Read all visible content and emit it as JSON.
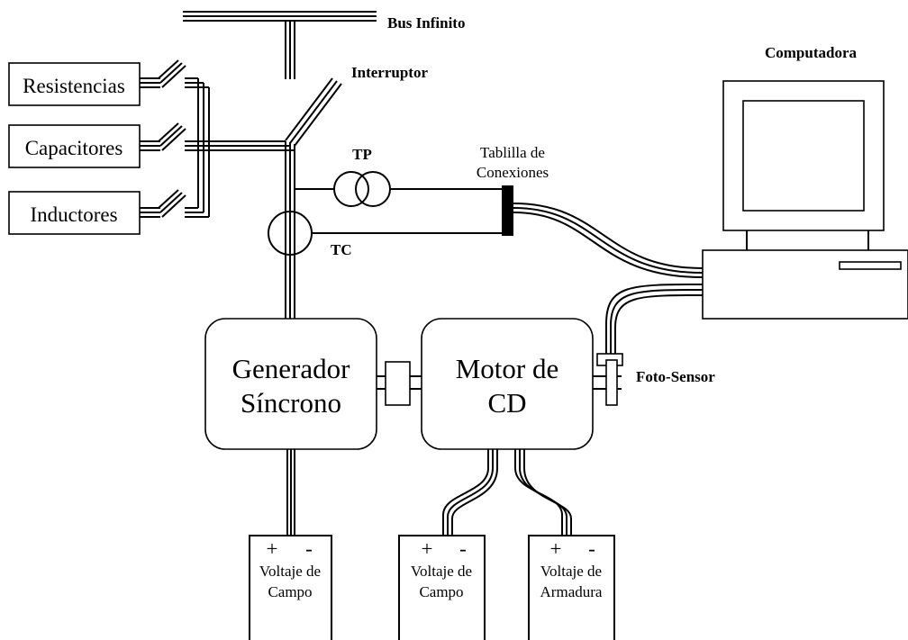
{
  "labels": {
    "bus": "Bus Infinito",
    "interruptor": "Interruptor",
    "computadora": "Computadora",
    "resistencias": "Resistencias",
    "capacitores": "Capacitores",
    "inductores": "Inductores",
    "tp": "TP",
    "tc": "TC",
    "tablilla_1": "Tablilla de",
    "tablilla_2": "Conexiones",
    "generador_1": "Generador",
    "generador_2": "Síncrono",
    "motor_1": "Motor de",
    "motor_2": "CD",
    "foto_sensor": "Foto-Sensor"
  },
  "sources": [
    {
      "plus": "+",
      "minus": "-",
      "line1": "Voltaje de",
      "line2": "Campo"
    },
    {
      "plus": "+",
      "minus": "-",
      "line1": "Voltaje de",
      "line2": "Campo"
    },
    {
      "plus": "+",
      "minus": "-",
      "line1": "Voltaje de",
      "line2": "Armadura"
    }
  ]
}
